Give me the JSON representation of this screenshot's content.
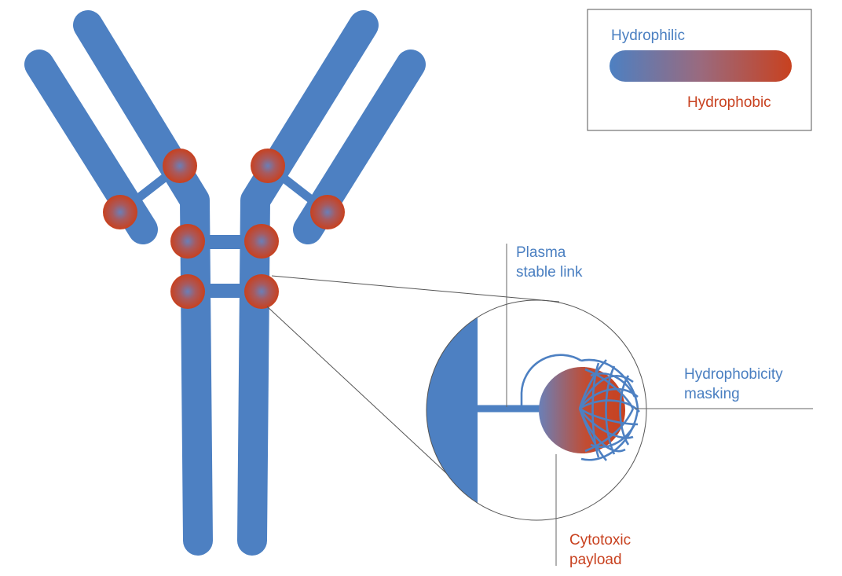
{
  "colors": {
    "antibody": "#4d80c2",
    "hydrophobic": "#c8411f",
    "hydrophilic_text": "#4a7fc1",
    "hydrophobic_text": "#c8411f",
    "line": "#777777"
  },
  "legend": {
    "hydrophilic_label": "Hydrophilic",
    "hydrophobic_label": "Hydrophobic"
  },
  "labels": {
    "plasma_line1": "Plasma",
    "plasma_line2": "stable link",
    "masking_line1": "Hydrophobicity",
    "masking_line2": "masking",
    "payload_line1": "Cytotoxic",
    "payload_line2": "payload"
  }
}
